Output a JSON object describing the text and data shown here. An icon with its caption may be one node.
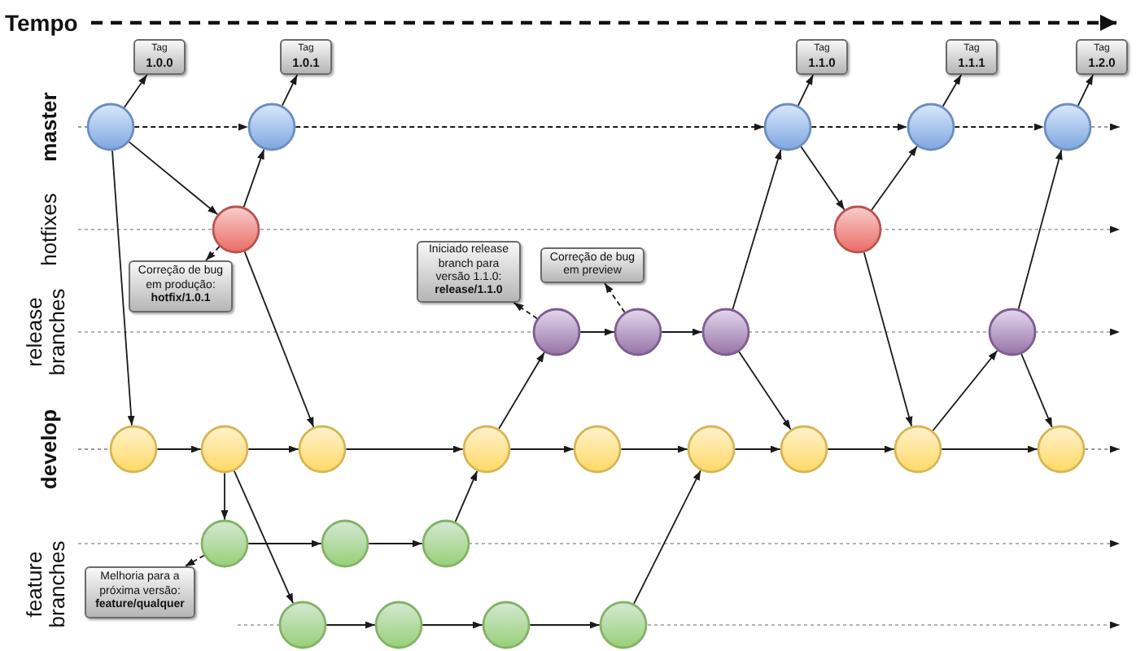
{
  "diagram": {
    "nodes": [
      {
        "text": [
          "Tag",
          "1.0.0"
        ]
      },
      {
        "text": [
          "Tag",
          "1.0.1"
        ]
      },
      {
        "text": [
          "Tag",
          "1.1.0"
        ]
      },
      {
        "text": [
          "Tag",
          "1.1.1"
        ]
      },
      {
        "text": [
          "Tag",
          "1.2.0"
        ]
      },
      {
        "text": [],
        "shape": "circle"
      },
      {
        "text": [],
        "shape": "circle"
      },
      {
        "text": [],
        "shape": "circle"
      },
      {
        "text": [],
        "shape": "circle"
      },
      {
        "text": [],
        "shape": "circle"
      },
      {
        "text": [],
        "shape": "circle"
      },
      {
        "text": [],
        "shape": "circle"
      },
      {
        "text": [
          "Correção de bug em produção: **hotfix/1.0.1**"
        ]
      },
      {
        "text": [
          "Iniciado release branch para versão 1.1.0: **release/1.1.0**"
        ]
      },
      {
        "text": [
          "Correção de bug em preview"
        ]
      },
      {
        "text": [],
        "shape": "circle"
      },
      {
        "text": [],
        "shape": "circle"
      },
      {
        "text": [],
        "shape": "circle"
      },
      {
        "text": [],
        "shape": "circle"
      },
      {
        "text": [],
        "shape": "circle"
      },
      {
        "text": [],
        "shape": "circle"
      },
      {
        "text": [],
        "shape": "circle"
      },
      {
        "text": [],
        "shape": "circle"
      },
      {
        "text": [],
        "shape": "circle"
      },
      {
        "text": [],
        "shape": "circle"
      },
      {
        "text": [],
        "shape": "circle"
      },
      {
        "text": [],
        "shape": "circle"
      },
      {
        "text": [],
        "shape": "circle"
      },
      {
        "text": [],
        "shape": "circle"
      },
      {
        "text": [],
        "shape": "circle"
      },
      {
        "text": [],
        "shape": "circle"
      },
      {
        "text": [
          "Melhoria para a próxima versão: **feature/qualquer**"
        ]
      },
      {
        "text": [],
        "shape": "circle"
      },
      {
        "text": [],
        "shape": "circle"
      },
      {
        "text": [],
        "shape": "circle"
      },
      {
        "text": [],
        "shape": "circle"
      }
    ],
    "edges": [
      {
        "from": 5,
        "to": 0,
        "arrow": "to"
      },
      {
        "from": 5,
        "to": 6,
        "arrow": "to",
        "style": "dashed"
      },
      {
        "from": 5,
        "to": 10,
        "arrow": "to"
      },
      {
        "from": 5,
        "to": 19,
        "arrow": "to"
      },
      {
        "from": 10,
        "to": 6,
        "arrow": "to"
      },
      {
        "from": 10,
        "to": 21,
        "arrow": "to"
      },
      {
        "from": 10,
        "to": 12,
        "arrow": "to",
        "style": "dashed"
      },
      {
        "from": 6,
        "to": 1,
        "arrow": "to"
      },
      {
        "from": 6,
        "to": 7,
        "arrow": "to",
        "style": "dashed"
      },
      {
        "from": 15,
        "to": 13,
        "arrow": "to",
        "style": "dashed"
      },
      {
        "from": 16,
        "to": 14,
        "arrow": "to",
        "style": "dashed"
      },
      {
        "from": 15,
        "to": 16,
        "arrow": "to"
      },
      {
        "from": 16,
        "to": 17,
        "arrow": "to"
      },
      {
        "from": 17,
        "to": 7,
        "arrow": "to"
      },
      {
        "from": 17,
        "to": 25,
        "arrow": "to"
      },
      {
        "from": 7,
        "to": 2,
        "arrow": "to"
      },
      {
        "from": 7,
        "to": 8,
        "arrow": "to",
        "style": "dashed"
      },
      {
        "from": 7,
        "to": 11,
        "arrow": "to"
      },
      {
        "from": 11,
        "to": 8,
        "arrow": "to"
      },
      {
        "from": 11,
        "to": 26,
        "arrow": "to"
      },
      {
        "from": 8,
        "to": 3,
        "arrow": "to"
      },
      {
        "from": 8,
        "to": 9,
        "arrow": "to",
        "style": "dashed"
      },
      {
        "from": 9,
        "to": 4,
        "arrow": "to"
      },
      {
        "from": 18,
        "to": 9,
        "arrow": "to"
      },
      {
        "from": 18,
        "to": 27,
        "arrow": "to"
      },
      {
        "from": 19,
        "to": 20,
        "arrow": "to"
      },
      {
        "from": 20,
        "to": 21,
        "arrow": "to"
      },
      {
        "from": 20,
        "to": 28,
        "arrow": "to"
      },
      {
        "from": 20,
        "to": 32,
        "arrow": "to"
      },
      {
        "from": 21,
        "to": 22,
        "arrow": "to"
      },
      {
        "from": 22,
        "to": 15,
        "arrow": "to"
      },
      {
        "from": 22,
        "to": 23,
        "arrow": "to"
      },
      {
        "from": 23,
        "to": 24,
        "arrow": "to"
      },
      {
        "from": 24,
        "to": 25,
        "arrow": "to"
      },
      {
        "from": 25,
        "to": 26,
        "arrow": "to"
      },
      {
        "from": 26,
        "to": 18,
        "arrow": "to"
      },
      {
        "from": 26,
        "to": 27,
        "arrow": "to"
      },
      {
        "from": 28,
        "to": 29,
        "arrow": "to"
      },
      {
        "from": 29,
        "to": 30,
        "arrow": "to"
      },
      {
        "from": 30,
        "to": 22,
        "arrow": "to"
      },
      {
        "from": 28,
        "to": 31,
        "arrow": "to",
        "style": "dashed"
      },
      {
        "from": 32,
        "to": 33,
        "arrow": "to"
      },
      {
        "from": 33,
        "to": 34,
        "arrow": "to"
      },
      {
        "from": 34,
        "to": 35,
        "arrow": "to"
      },
      {
        "from": 35,
        "to": 24,
        "arrow": "to"
      },
      {
        "from": null,
        "to": 5,
        "arrow": "none",
        "style": "dashed",
        "color": "#999999"
      },
      {
        "from": 9,
        "to": null,
        "arrow": "to",
        "style": "dashed",
        "color": "#999999"
      },
      {
        "from": null,
        "to": 19,
        "arrow": "none",
        "style": "dashed",
        "color": "#999999"
      },
      {
        "from": 27,
        "to": null,
        "arrow": "to",
        "style": "dashed",
        "color": "#999999"
      }
    ],
    "labels": [
      "Tempo",
      "master",
      "hotfixes",
      "release branches",
      "develop",
      "feature branches"
    ]
  }
}
